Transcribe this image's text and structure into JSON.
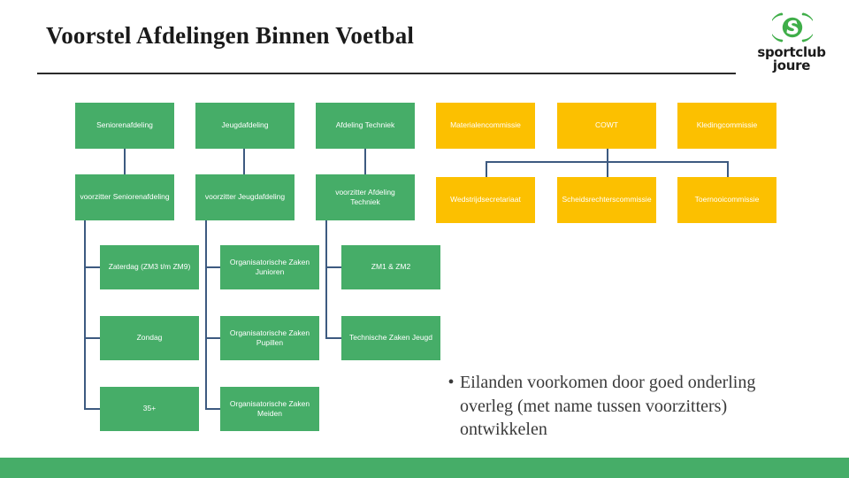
{
  "slide": {
    "title": "Voorstel Afdelingen Binnen Voetbal",
    "logo": {
      "line1": "sportclub",
      "line2": "joure",
      "mark": "sportclub-joure-emblem"
    },
    "colors": {
      "green": "#46AD68",
      "yellow": "#FCC000",
      "connector": "#3D5A80",
      "title": "#1A1A1A"
    }
  },
  "org_chart": {
    "row1": [
      {
        "label": "Seniorenafdeling",
        "color": "green"
      },
      {
        "label": "Jeugdafdeling",
        "color": "green"
      },
      {
        "label": "Afdeling Techniek",
        "color": "green"
      },
      {
        "label": "Materialencommissie",
        "color": "yellow"
      },
      {
        "label": "COWT",
        "color": "yellow"
      },
      {
        "label": "Kledingcommissie",
        "color": "yellow"
      }
    ],
    "row2": [
      {
        "label": "voorzitter Seniorenafdeling",
        "color": "green"
      },
      {
        "label": "voorzitter Jeugdafdeling",
        "color": "green"
      },
      {
        "label": "voorzitter Afdeling\nTechniek",
        "color": "green"
      },
      {
        "label": "Wedstrijdsecretariaat",
        "color": "yellow"
      },
      {
        "label": "Scheidsrechterscommissie",
        "color": "yellow"
      },
      {
        "label": "Toernooicommissie",
        "color": "yellow"
      }
    ],
    "row3": [
      {
        "label": "Zaterdag (ZM3 t/m ZM9)",
        "color": "green"
      },
      {
        "label": "Organisatorische Zaken\nJunioren",
        "color": "green"
      },
      {
        "label": "ZM1 & ZM2",
        "color": "green"
      }
    ],
    "row4": [
      {
        "label": "Zondag",
        "color": "green"
      },
      {
        "label": "Organisatorische Zaken\nPupillen",
        "color": "green"
      },
      {
        "label": "Technische Zaken Jeugd",
        "color": "green"
      }
    ],
    "row5": [
      {
        "label": "35+",
        "color": "green"
      },
      {
        "label": "Organisatorische Zaken\nMeiden",
        "color": "green"
      }
    ]
  },
  "bullets": [
    {
      "marker": "•",
      "text": "Eilanden voorkomen door goed onderling overleg (met name tussen voorzitters) ontwikkelen"
    }
  ]
}
